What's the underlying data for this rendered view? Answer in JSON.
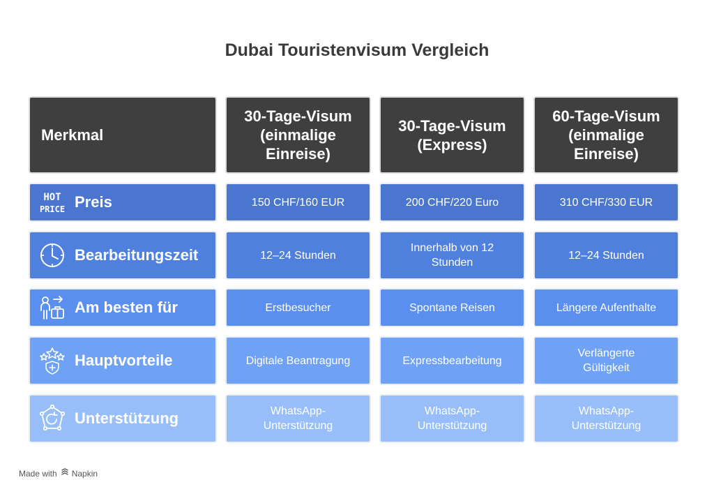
{
  "title": "Dubai Touristenvisum Vergleich",
  "header": {
    "feature": "Merkmal",
    "columns": [
      "30-Tage-Visum\n(einmalige\nEinreise)",
      "30-Tage-Visum\n(Express)",
      "60-Tage-Visum\n(einmalige\nEinreise)"
    ]
  },
  "rows": [
    {
      "label": "Preis",
      "icon": "hot-price-icon",
      "icon_text": [
        "HOT",
        "PRICE"
      ],
      "values": [
        "150 CHF/160 EUR",
        "200 CHF/220 Euro",
        "310 CHF/330 EUR"
      ]
    },
    {
      "label": "Bearbeitungszeit",
      "icon": "clock-icon",
      "values": [
        "12–24 Stunden",
        "Innerhalb von 12\nStunden",
        "12–24 Stunden"
      ]
    },
    {
      "label": "Am besten für",
      "icon": "traveler-luggage-icon",
      "values": [
        "Erstbesucher",
        "Spontane Reisen",
        "Längere Aufenthalte"
      ]
    },
    {
      "label": "Hauptvorteile",
      "icon": "stars-shield-icon",
      "values": [
        "Digitale Beantragung",
        "Expressbearbeitung",
        "Verlängerte\nGültigkeit"
      ]
    },
    {
      "label": "Unterstützung",
      "icon": "support-cycle-icon",
      "values": [
        "WhatsApp-\nUnterstützung",
        "WhatsApp-\nUnterstützung",
        "WhatsApp-\nUnterstützung"
      ]
    }
  ],
  "footer": {
    "prefix": "Made with",
    "brand": "Napkin"
  },
  "colors": {
    "header_bg": "#3f3f3f",
    "row_bgs": [
      "#4b76cf",
      "#4f80de",
      "#5a8ff0",
      "#6fa1f5",
      "#98befa"
    ]
  }
}
